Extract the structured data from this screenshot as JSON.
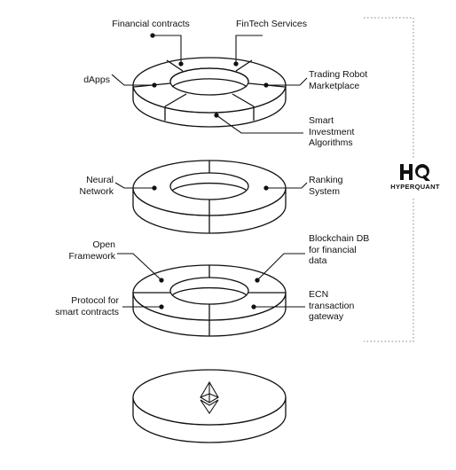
{
  "labels": {
    "financial_contracts": "Financial contracts",
    "fintech_services": "FinTech Services",
    "dapps": "dApps",
    "trading_robot_marketplace": "Trading Robot\nMarketplace",
    "smart_investment_algorithms": "Smart\nInvestment\nAlgorithms",
    "neural_network": "Neural\nNetwork",
    "ranking_system": "Ranking\nSystem",
    "open_framework": "Open\nFramework",
    "blockchain_db": "Blockchain DB\nfor financial\ndata",
    "protocol_smart_contracts": "Protocol for\nsmart contracts",
    "ecn_gateway": "ECN\ntransaction\ngateway"
  },
  "brand": {
    "logo_mark": "HQ",
    "name": "HYPERQUANT"
  },
  "icons": {
    "base_disc": "ethereum-icon",
    "brand": "hyperquant-logo-icon"
  },
  "colors": {
    "stroke": "#111111",
    "bracket": "#9a9a9a",
    "background": "#ffffff"
  }
}
